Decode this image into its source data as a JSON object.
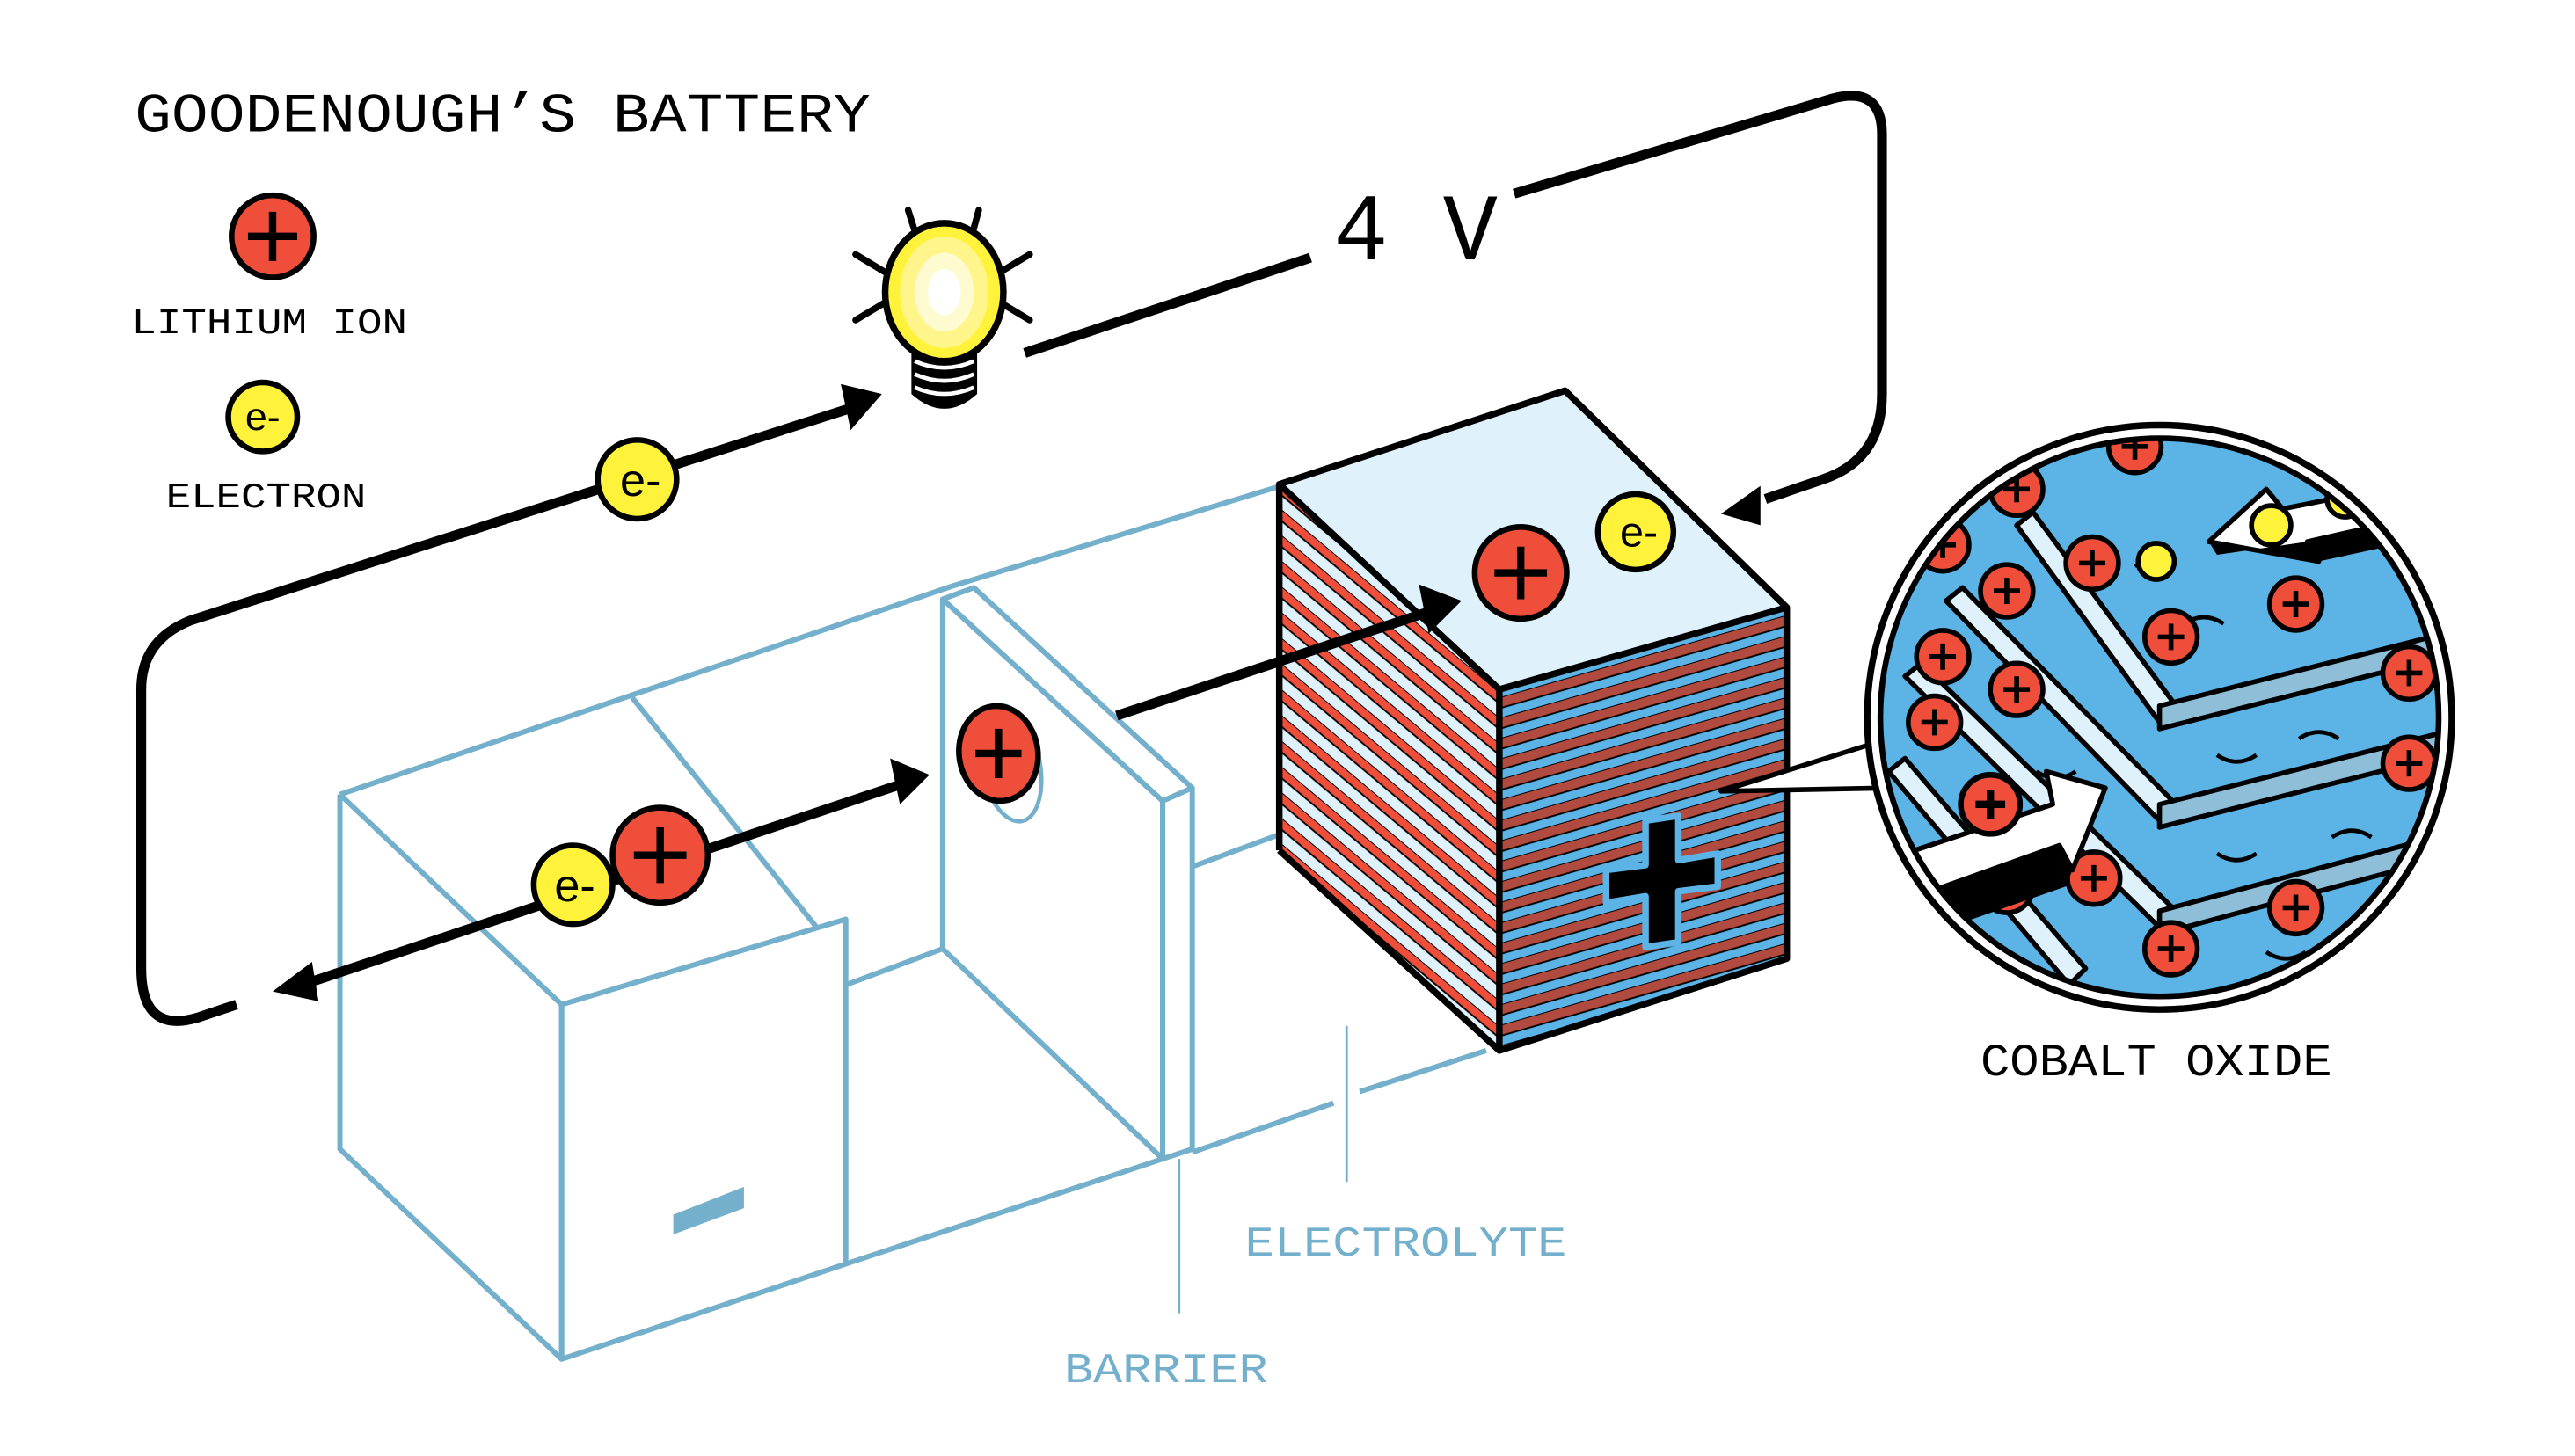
{
  "title": "GOODENOUGH’S BATTERY",
  "legend": {
    "items": [
      {
        "symbol": "+",
        "label": "LITHIUM ION",
        "icon": "lithium-ion-icon"
      },
      {
        "symbol": "e-",
        "label": "ELECTRON",
        "icon": "electron-icon"
      }
    ]
  },
  "voltage_label": "4 V",
  "particles": {
    "ion_symbol": "+",
    "electron_symbol": "e-"
  },
  "labels": {
    "electrolyte": "ELECTROLYTE",
    "barrier": "BARRIER",
    "cobalt_oxide": "COBALT OXIDE",
    "anode_sign": "−",
    "cathode_sign": "+"
  },
  "colors": {
    "ion_red": "#ef4f3a",
    "electron_yellow": "#fff23a",
    "outline_blue": "#74b0cc",
    "cathode_top": "#dff2fc",
    "cathode_stripe_red": "#ef4f3a",
    "cathode_stripe_brown": "#b14a3f",
    "cathode_stripe_blue": "#5bb3e6",
    "inset_blue": "#5bb3e6",
    "layer_light": "#dff2fc",
    "layer_edge": "#8fbfd8"
  }
}
